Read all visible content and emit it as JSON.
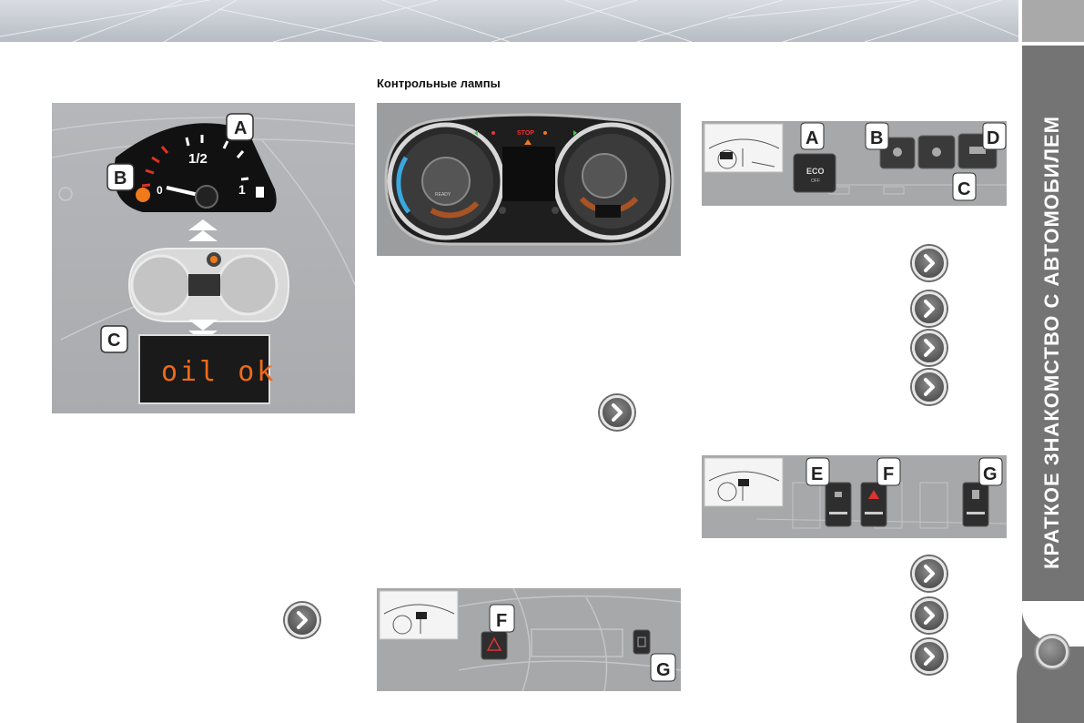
{
  "section_title": "КРАТКОЕ ЗНАКОМСТВО С АВТОМОБИЛЕМ",
  "heading": "Контрольные лампы",
  "fuel_gauge": {
    "label_a": "A",
    "label_b": "B",
    "label_c": "C",
    "half_mark": "1/2",
    "full_mark": "1",
    "empty_mark": "0",
    "display_text": "oil ok"
  },
  "cluster": {
    "stop_text": "STOP",
    "ready_text": "READY"
  },
  "switch_panel_1": {
    "labels": [
      "A",
      "B",
      "C",
      "D"
    ],
    "eco_text": "ECO",
    "eco_sub": "OFF"
  },
  "switch_panel_2": {
    "labels": [
      "E",
      "F",
      "G"
    ]
  },
  "dash_panel": {
    "labels": [
      "F",
      "G"
    ]
  },
  "colors": {
    "accent_orange": "#f07a1a",
    "side_strip": "#747474",
    "arrow_button": "#555555"
  },
  "icons": {
    "arrow": "chevron-right-icon",
    "side_dot": "circle-icon"
  }
}
